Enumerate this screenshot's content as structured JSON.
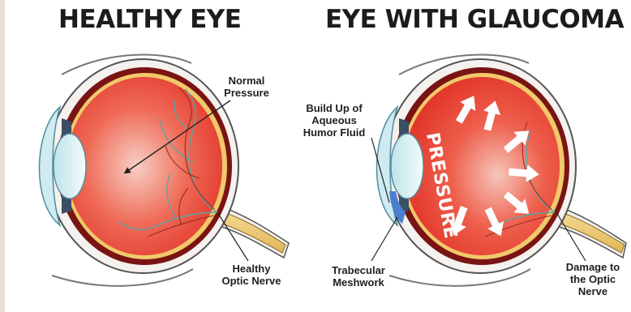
{
  "titles": {
    "healthy": "HEALTHY EYE",
    "glaucoma": "EYE WITH GLAUCOMA"
  },
  "labels": {
    "normal_pressure": "Normal\nPressure",
    "healthy_optic_nerve": "Healthy\nOptic Nerve",
    "build_up_fluid": "Build Up of\nAqueous\nHumor Fluid",
    "trabecular_meshwork": "Trabecular\nMeshwork",
    "damage_optic_nerve": "Damage to\nthe Optic\nNerve",
    "pressure_word": "PRESSURE"
  },
  "colors": {
    "background": "#e9ddd8",
    "sclera": "#f4f1ee",
    "choroid": "#7a1414",
    "retina": "#f0c96a",
    "vitreous": "#ee4a3c",
    "vessels": "#5aa6a6",
    "lens": "#d9eef2"
  }
}
